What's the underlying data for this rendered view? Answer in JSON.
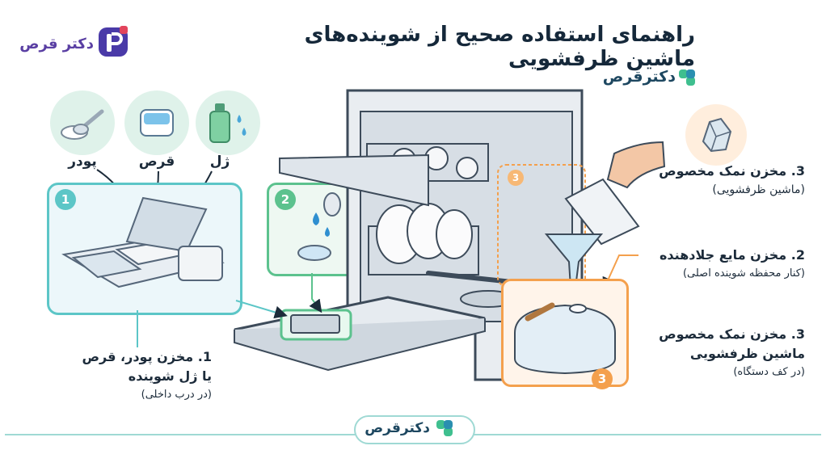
{
  "header": {
    "title": "راهنمای استفاده صحیح از شوینده‌های ماشین ظرفشویی",
    "brand_top": "دکتر قرص",
    "brand_mid": "دکترقرص",
    "brand_bottom": "دکترقرص"
  },
  "detergent_types": [
    {
      "label": "پودر",
      "icon": "detergent-powder-icon"
    },
    {
      "label": "قرص",
      "icon": "detergent-tablet-icon"
    },
    {
      "label": "ژل",
      "icon": "detergent-gel-bottle-icon"
    }
  ],
  "badges": {
    "one": "1",
    "two": "2",
    "three": "3",
    "three_small": "3"
  },
  "annotations": {
    "detergent": {
      "line1": "1. مخزن پودر، قرص",
      "line2": "یا ژل شوینده",
      "sub": "(در درب داخلی)"
    },
    "salt_top": {
      "line1": "3. مخزن نمک مخصوص",
      "line2": "(ماشین ظرفشویی)"
    },
    "rinse_aid": {
      "line1": "2. مخزن مایع جلادهنده",
      "sub": "(کنار محفظه شوینده اصلی)"
    },
    "salt_bottom": {
      "line1": "3. مخزن نمک مخصوص",
      "line2": "ماشین ظرفشویی",
      "sub": "(در کف دستگاه)"
    }
  },
  "colors": {
    "teal_accent": "#5cc6c7",
    "green_accent": "#5cc28e",
    "orange_accent": "#f4a04d",
    "brand_purple": "#5a3fa3",
    "brand_green": "#3fbf8f"
  }
}
